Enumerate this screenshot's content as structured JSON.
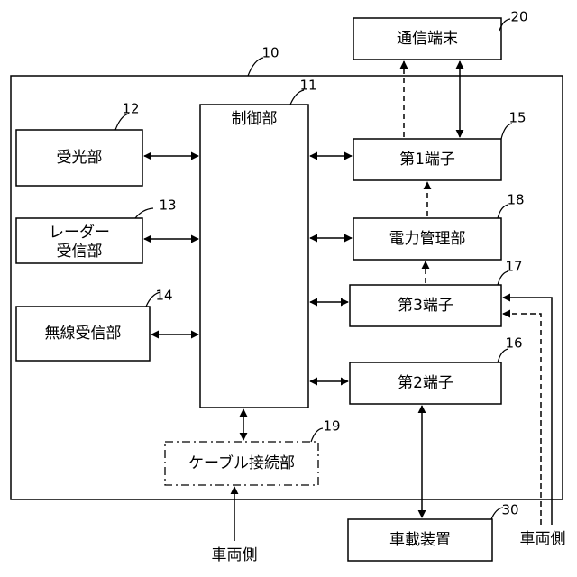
{
  "outer": {
    "ref": "10"
  },
  "controller": {
    "label": "制御部",
    "ref": "11"
  },
  "light_receiver": {
    "label": "受光部",
    "ref": "12"
  },
  "radar_receiver": {
    "label_line1": "レーダー",
    "label_line2": "受信部",
    "ref": "13"
  },
  "wireless_receiver": {
    "label": "無線受信部",
    "ref": "14"
  },
  "terminal_1": {
    "label": "第1端子",
    "ref": "15"
  },
  "terminal_2": {
    "label": "第2端子",
    "ref": "16"
  },
  "terminal_3": {
    "label": "第3端子",
    "ref": "17"
  },
  "power_manager": {
    "label": "電力管理部",
    "ref": "18"
  },
  "cable_connector": {
    "label": "ケーブル接続部",
    "ref": "19"
  },
  "comm_terminal": {
    "label": "通信端末",
    "ref": "20"
  },
  "vehicle_device": {
    "label": "車載装置",
    "ref": "30"
  },
  "vehicle_side_bottom": {
    "label": "車両側"
  },
  "vehicle_side_right": {
    "label": "車両側"
  }
}
